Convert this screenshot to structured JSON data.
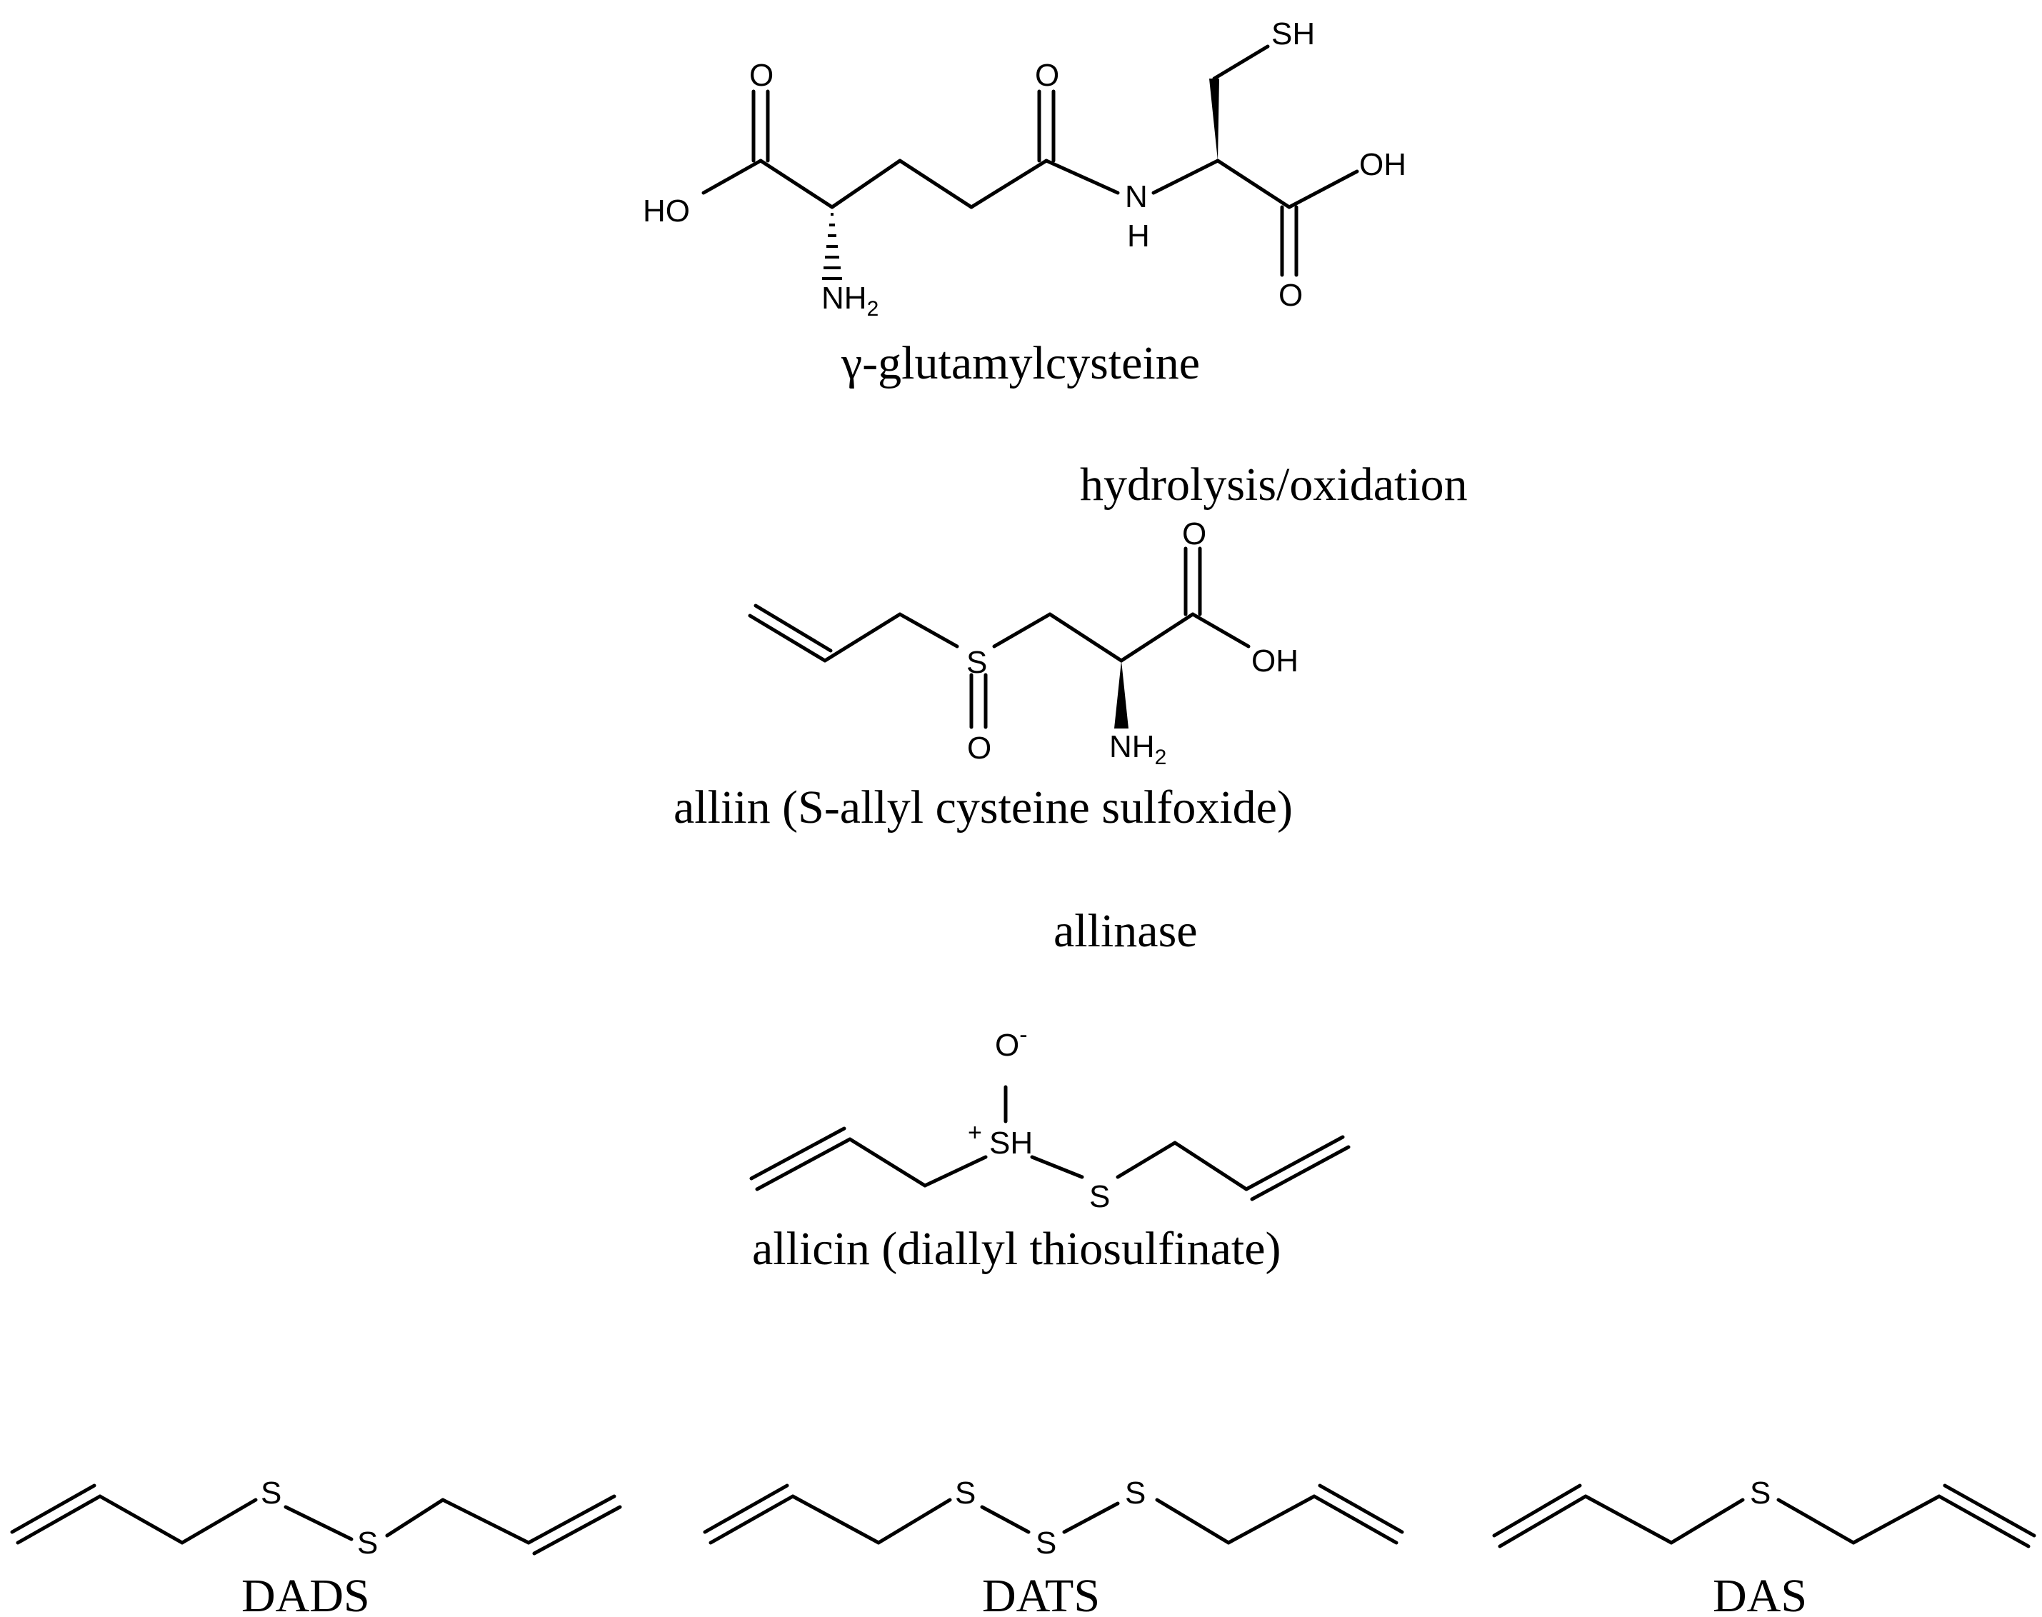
{
  "compounds": {
    "gamma_glutamylcysteine": {
      "name": "γ-glutamylcysteine",
      "atoms": {
        "sh": "SH",
        "o1": "O",
        "o2": "O",
        "ho": "HO",
        "n": "N",
        "h": "H",
        "oh": "OH",
        "o3": "O",
        "nh": "NH",
        "nh_sub": "2"
      }
    },
    "alliin": {
      "name": "alliin (S-allyl cysteine sulfoxide)",
      "atoms": {
        "o_top": "O",
        "s": "S",
        "oh": "OH",
        "o_s": "O",
        "nh": "NH",
        "nh_sub": "2"
      }
    },
    "allicin": {
      "name": "allicin (diallyl thiosulfinate)",
      "atoms": {
        "o": "O",
        "o_charge": "-",
        "plus": "+",
        "sh": "SH",
        "s": "S"
      }
    },
    "dads": {
      "name": "DADS",
      "atoms": {
        "s1": "S",
        "s2": "S"
      }
    },
    "dats": {
      "name": "DATS",
      "atoms": {
        "s1": "S",
        "s2": "S",
        "s3": "S"
      }
    },
    "das": {
      "name": "DAS",
      "atoms": {
        "s": "S"
      }
    }
  },
  "steps": {
    "step1": "hydrolysis/oxidation",
    "step2": "allinase"
  }
}
